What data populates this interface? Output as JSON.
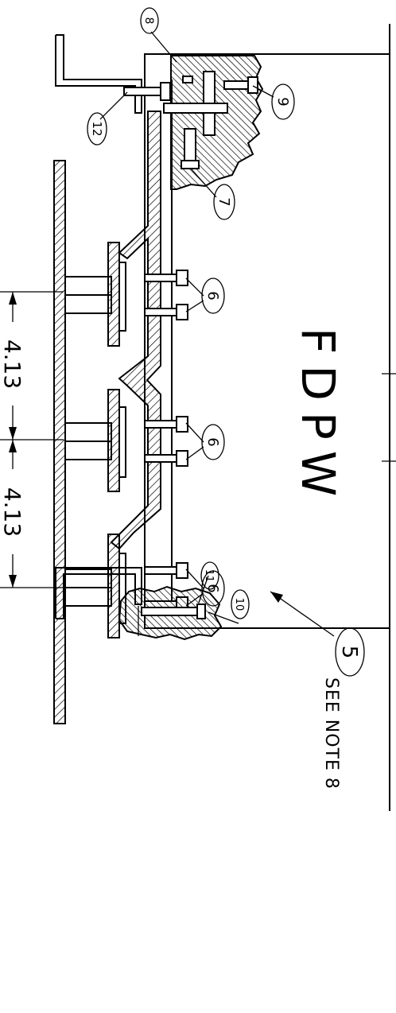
{
  "drawing": {
    "panel_label": "FDPW",
    "dimensions": [
      "4.13",
      "4.13"
    ],
    "callouts": [
      {
        "id": "c8",
        "text": "8"
      },
      {
        "id": "c9",
        "text": "9"
      },
      {
        "id": "c12",
        "text": "12"
      },
      {
        "id": "c7",
        "text": "7"
      },
      {
        "id": "c6a",
        "text": "6"
      },
      {
        "id": "c6b",
        "text": "6"
      },
      {
        "id": "c6c",
        "text": "6"
      },
      {
        "id": "c11",
        "text": "11"
      },
      {
        "id": "c10",
        "text": "10"
      },
      {
        "id": "c5",
        "text": "5"
      }
    ],
    "note": "SEE NOTE 8"
  }
}
